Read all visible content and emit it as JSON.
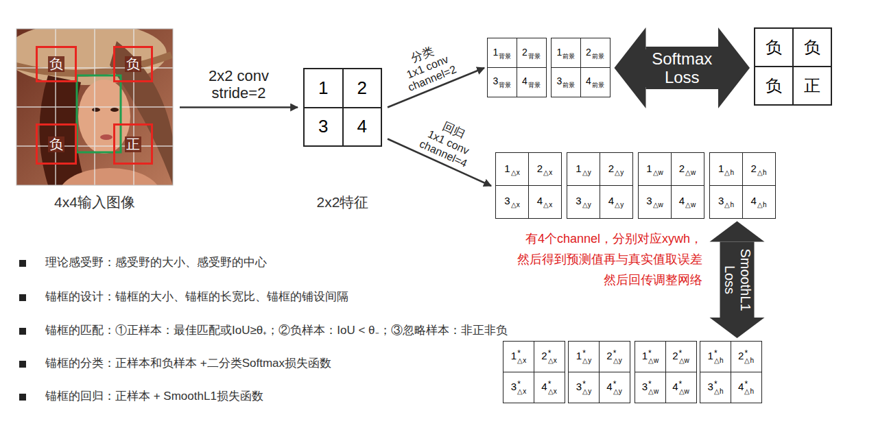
{
  "diagram": {
    "nodes": [
      {
        "text": [
          "4x4输入图像"
        ]
      },
      {
        "text": [
          "负"
        ],
        "in": 0
      },
      {
        "text": [
          "负"
        ],
        "in": 0
      },
      {
        "text": [
          "负"
        ],
        "in": 0
      },
      {
        "text": [
          "正"
        ],
        "in": 0
      },
      {
        "text": [
          "2x2特征"
        ]
      },
      {
        "text": [
          "1"
        ],
        "in": 5
      },
      {
        "text": [
          "2"
        ],
        "in": 5
      },
      {
        "text": [
          "3"
        ],
        "in": 5
      },
      {
        "text": [
          "4"
        ],
        "in": 5
      },
      {
        "text": [
          "1",
          "背景"
        ]
      },
      {
        "text": [
          "2",
          "背景"
        ]
      },
      {
        "text": [
          "3",
          "背景"
        ]
      },
      {
        "text": [
          "4",
          "背景"
        ]
      },
      {
        "text": [
          "1",
          "前景"
        ]
      },
      {
        "text": [
          "2",
          "前景"
        ]
      },
      {
        "text": [
          "3",
          "前景"
        ]
      },
      {
        "text": [
          "4",
          "前景"
        ]
      },
      {
        "text": [
          "负"
        ]
      },
      {
        "text": [
          "负"
        ]
      },
      {
        "text": [
          "负"
        ]
      },
      {
        "text": [
          "正"
        ]
      },
      {
        "text": [
          "1",
          "△x"
        ]
      },
      {
        "text": [
          "2",
          "△x"
        ]
      },
      {
        "text": [
          "3",
          "△x"
        ]
      },
      {
        "text": [
          "4",
          "△x"
        ]
      },
      {
        "text": [
          "1",
          "△y"
        ]
      },
      {
        "text": [
          "2",
          "△y"
        ]
      },
      {
        "text": [
          "3",
          "△y"
        ]
      },
      {
        "text": [
          "4",
          "△y"
        ]
      },
      {
        "text": [
          "1",
          "△w"
        ]
      },
      {
        "text": [
          "2",
          "△w"
        ]
      },
      {
        "text": [
          "3",
          "△w"
        ]
      },
      {
        "text": [
          "4",
          "△w"
        ]
      },
      {
        "text": [
          "1",
          "△h"
        ]
      },
      {
        "text": [
          "2",
          "△h"
        ]
      },
      {
        "text": [
          "3",
          "△h"
        ]
      },
      {
        "text": [
          "4",
          "△h"
        ]
      },
      {
        "text": [
          "1",
          "*",
          "△x"
        ]
      },
      {
        "text": [
          "2",
          "*",
          "△x"
        ]
      },
      {
        "text": [
          "3",
          "*",
          "△x"
        ]
      },
      {
        "text": [
          "4",
          "*",
          "△x"
        ]
      },
      {
        "text": [
          "1",
          "*",
          "△y"
        ]
      },
      {
        "text": [
          "2",
          "*",
          "△y"
        ]
      },
      {
        "text": [
          "3",
          "*",
          "△y"
        ]
      },
      {
        "text": [
          "4",
          "*",
          "△y"
        ]
      },
      {
        "text": [
          "1",
          "*",
          "△w"
        ]
      },
      {
        "text": [
          "2",
          "*",
          "△w"
        ]
      },
      {
        "text": [
          "3",
          "*",
          "△w"
        ]
      },
      {
        "text": [
          "4",
          "*",
          "△w"
        ]
      },
      {
        "text": [
          "1",
          "*",
          "△h"
        ]
      },
      {
        "text": [
          "2",
          "*",
          "△h"
        ]
      },
      {
        "text": [
          "3",
          "*",
          "△h"
        ]
      },
      {
        "text": [
          "4",
          "*",
          "△h"
        ]
      }
    ],
    "edges": [
      {
        "from": 0,
        "to": 5,
        "label": "2x2 conv stride=2",
        "arrow": "to"
      },
      {
        "from": 5,
        "to": 10,
        "label": "1x1 conv channel=2",
        "arrow": "to"
      },
      {
        "from": 5,
        "to": 22,
        "label": "1x1 conv channel=4",
        "arrow": "to"
      },
      {
        "from": 15,
        "to": 18,
        "label": "Softmax Loss",
        "arrow": "both"
      },
      {
        "from": 36,
        "to": 50,
        "label": "SmoothL1 Loss",
        "arrow": "both"
      }
    ],
    "labels": [
      "分类",
      "回归",
      "有4个channel，分别对应xywh，",
      "然后得到预测值再与真实值取误差",
      "然后回传调整网络",
      "理论感受野：感受野的大小、感受野的中心",
      "锚框的设计：锚框的大小、锚框的长宽比、锚框的铺设间隔",
      "锚框的匹配：①正样本：最佳匹配或IoU≥θ₊；②负样本：IoU < θ₋；③忽略样本：非正非负",
      "锚框的分类：正样本和负样本 +二分类Softmax损失函数",
      "锚框的回归：正样本 + SmoothL1损失函数"
    ]
  }
}
